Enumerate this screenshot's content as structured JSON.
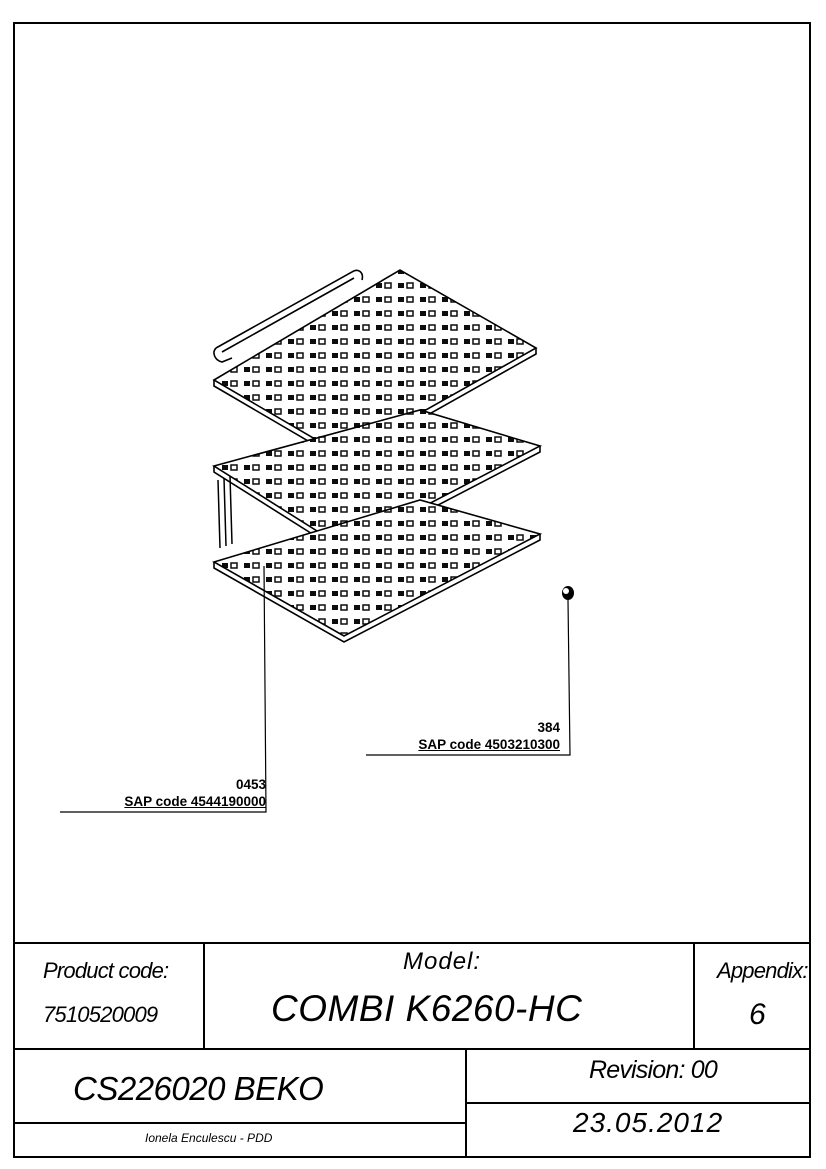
{
  "callouts": {
    "rack": {
      "number": "0453",
      "sap": "SAP code 4544190000"
    },
    "stopper": {
      "number": "384",
      "sap": "SAP code 4503210300"
    }
  },
  "title_block": {
    "product_code_label": "Product code:",
    "product_code": "7510520009",
    "model_label": "Model:",
    "model_name": "COMBI K6260-HC",
    "appendix_label": "Appendix:",
    "appendix_value": "6",
    "document_code": "CS226020 BEKO",
    "revision": "Revision: 00",
    "date": "23.05.2012",
    "author": "Ionela Enculescu - PDD"
  }
}
